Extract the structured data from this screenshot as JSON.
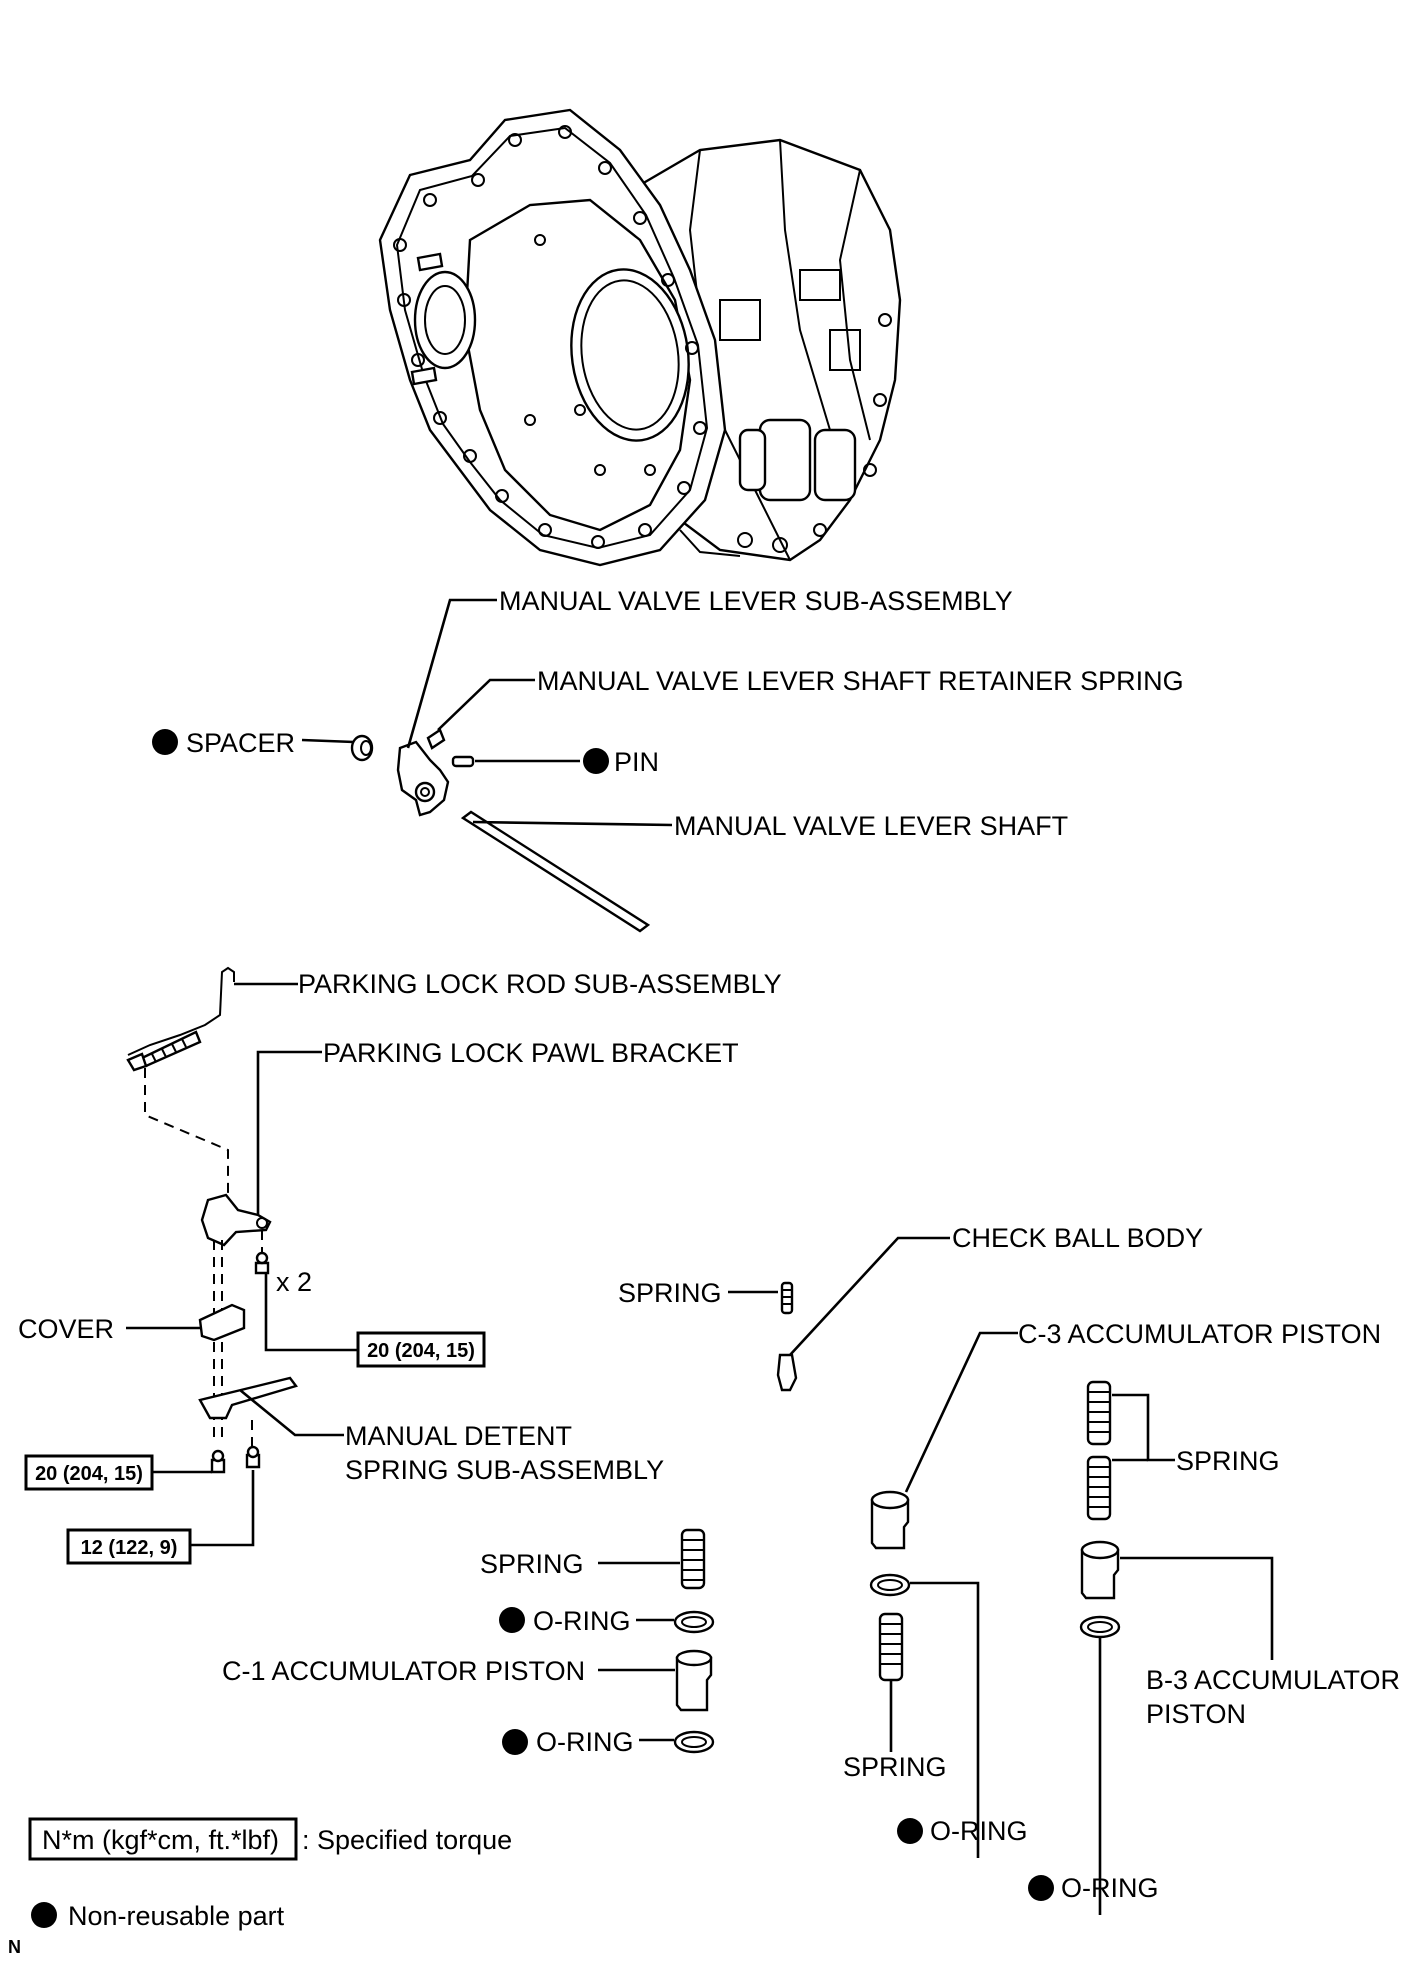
{
  "labels": {
    "manual_valve_lever_sub_assembly": "MANUAL VALVE LEVER SUB-ASSEMBLY",
    "retainer_spring": "MANUAL VALVE LEVER SHAFT RETAINER SPRING",
    "spacer": "SPACER",
    "pin": "PIN",
    "manual_valve_lever_shaft": "MANUAL VALVE LEVER SHAFT",
    "parking_lock_rod": "PARKING LOCK ROD SUB-ASSEMBLY",
    "parking_lock_pawl_bracket": "PARKING LOCK PAWL BRACKET",
    "bolt_qty": "x 2",
    "cover": "COVER",
    "manual_detent_spring_line1": "MANUAL DETENT",
    "manual_detent_spring_line2": "SPRING SUB-ASSEMBLY",
    "check_ball_body": "CHECK BALL BODY",
    "spring_check": "SPRING",
    "c3_accumulator_piston": "C-3 ACCUMULATOR PISTON",
    "spring_b3": "SPRING",
    "spring_c1": "SPRING",
    "oring_c1_upper": "O-RING",
    "c1_accumulator_piston": "C-1 ACCUMULATOR PISTON",
    "oring_c1_lower": "O-RING",
    "b3_accumulator_piston_line1": "B-3 ACCUMULATOR",
    "b3_accumulator_piston_line2": "PISTON",
    "spring_c3": "SPRING",
    "oring_c3": "O-RING",
    "oring_b3": "O-RING"
  },
  "torques": {
    "bracket_bolts": "20 (204, 15)",
    "detent_bolt_left": "20 (204, 15)",
    "detent_bolt_right": "12 (122, 9)"
  },
  "legend": {
    "torque_unit": "N*m (kgf*cm, ft.*lbf)",
    "torque_text": ": Specified torque",
    "nonreusable_text": "Non-reusable part"
  },
  "corner_mark": "N",
  "icons": {
    "nonreusable_marker": "filled-circle-icon"
  }
}
